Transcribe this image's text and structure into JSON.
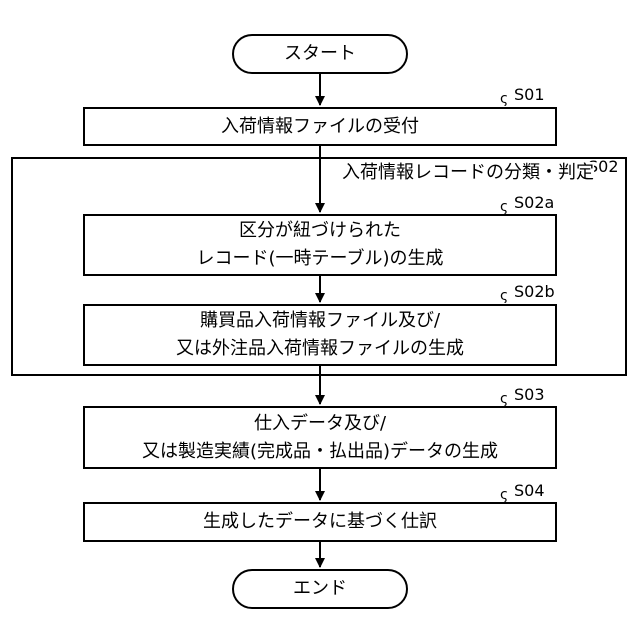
{
  "flow": {
    "start": "スタート",
    "end": "エンド",
    "s01": {
      "id": "S01",
      "text": "入荷情報ファイルの受付"
    },
    "s02": {
      "id": "S02",
      "title": "入荷情報レコードの分類・判定",
      "s02a": {
        "id": "S02a",
        "line1": "区分が紐づけられた",
        "line2": "レコード(一時テーブル)の生成"
      },
      "s02b": {
        "id": "S02b",
        "line1": "購買品入荷情報ファイル及び/",
        "line2": "又は外注品入荷情報ファイルの生成"
      }
    },
    "s03": {
      "id": "S03",
      "line1": "仕入データ及び/",
      "line2": "又は製造実績(完成品・払出品)データの生成"
    },
    "s04": {
      "id": "S04",
      "text": "生成したデータに基づく仕訳"
    }
  }
}
